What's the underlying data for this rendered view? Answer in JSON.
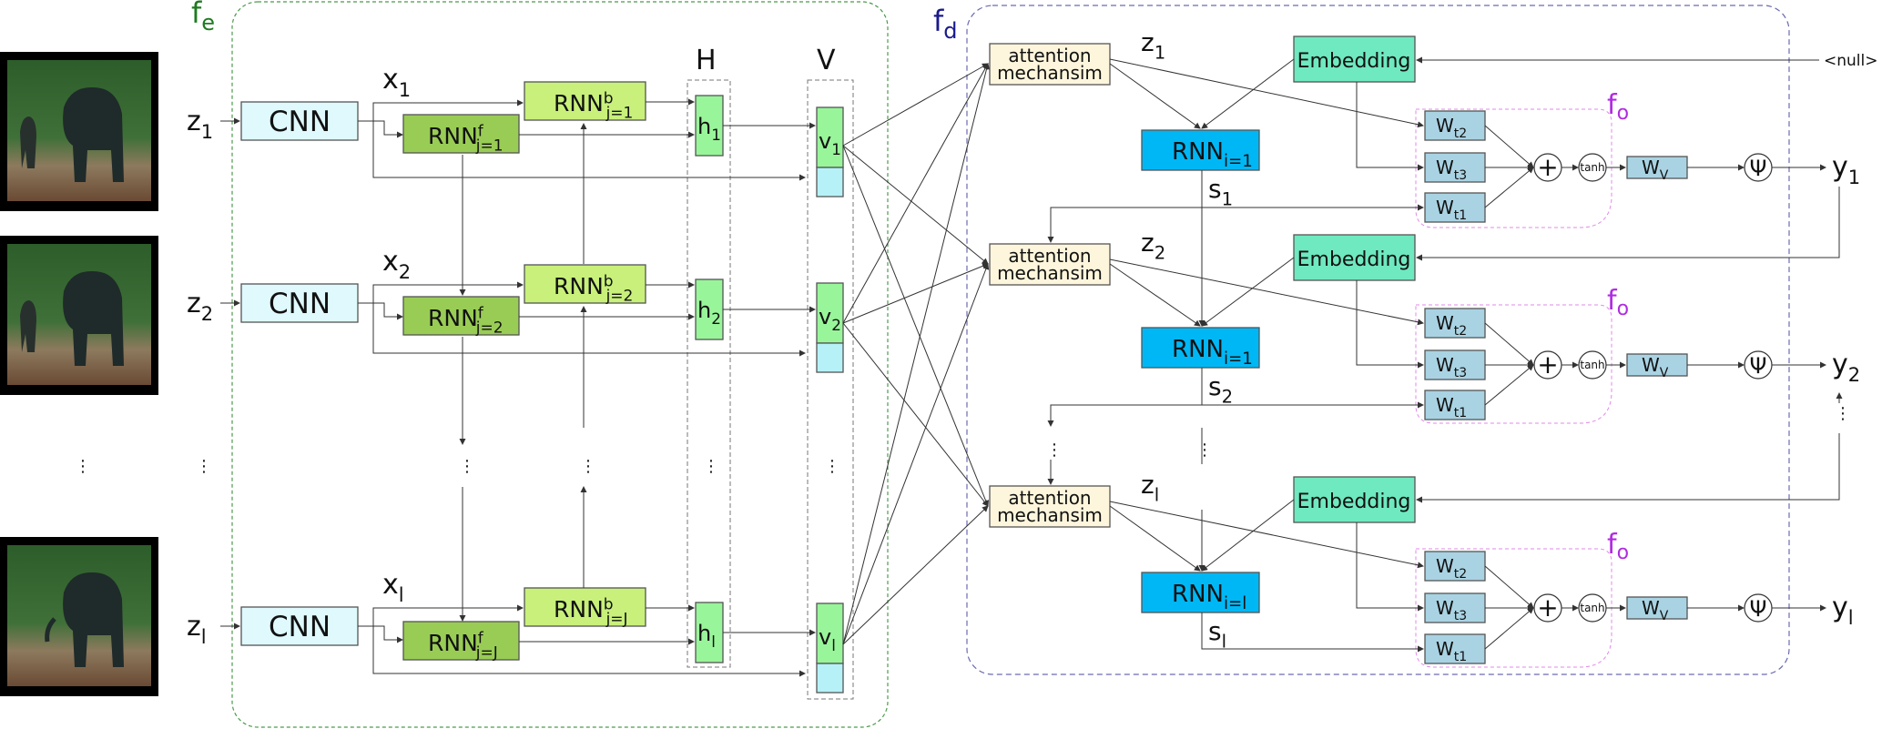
{
  "colors": {
    "cnn_fill": "#dff9fc",
    "rnn_f_fill": "#99cc55",
    "rnn_b_fill": "#c8f07a",
    "h_fill": "#99f59a",
    "v_top_fill": "#99f59a",
    "v_bottom_fill": "#b6f1f8",
    "attention_fill": "#fdf6dc",
    "embedding_fill": "#6fe9bf",
    "rnn_dec_fill": "#00b7f5",
    "w_fill": "#a9d3e3",
    "fe_color": "#1f7a1f",
    "fd_color": "#1a1a8c",
    "fo_color": "#b02ce0",
    "fe_border": "#4c9a4c",
    "fd_border": "#6a6ab0",
    "fo_border": "#e08ae8"
  },
  "labels": {
    "fe_main": "f",
    "fe_sub": "e",
    "fd_main": "f",
    "fd_sub": "d",
    "fo_main": "f",
    "fo_sub": "o",
    "H": "H",
    "V": "V",
    "cnn": "CNN",
    "rnn": "RNN",
    "sup_f": "f",
    "sup_b": "b",
    "attention_line1": "attention",
    "attention_line2": "mechansim",
    "embedding": "Embedding",
    "null_token": "<null>",
    "w_main": "W",
    "wt2_sub": "t2",
    "wt3_sub": "t3",
    "wt1_sub": "t1",
    "wv_sub": "V",
    "plus": "+",
    "tanh": "tanh",
    "psi": "Ψ",
    "ellipsis": "⋮"
  },
  "encoder_rows": [
    {
      "z": "z",
      "z_sub": "1",
      "x": "x",
      "x_sub": "1",
      "rnn_sub": "j=1",
      "h": "h",
      "h_sub": "1",
      "v": "v",
      "v_sub": "1"
    },
    {
      "z": "z",
      "z_sub": "2",
      "x": "x",
      "x_sub": "2",
      "rnn_sub": "j=2",
      "h": "h",
      "h_sub": "2",
      "v": "v",
      "v_sub": "2"
    },
    {
      "z": "z",
      "z_sub": "l",
      "x": "x",
      "x_sub": "l",
      "rnn_sub": "j=J",
      "h": "h",
      "h_sub": "l",
      "v": "v",
      "v_sub": "l"
    }
  ],
  "decoder_rows": [
    {
      "z": "z",
      "z_sub": "1",
      "rnn_sub": "i=1",
      "s": "s",
      "s_sub": "1",
      "y": "y",
      "y_sub": "1"
    },
    {
      "z": "z",
      "z_sub": "2",
      "rnn_sub": "i=1",
      "s": "s",
      "s_sub": "2",
      "y": "y",
      "y_sub": "2"
    },
    {
      "z": "z",
      "z_sub": "l",
      "rnn_sub": "i=l",
      "s": "s",
      "s_sub": "l",
      "y": "y",
      "y_sub": "l"
    }
  ]
}
